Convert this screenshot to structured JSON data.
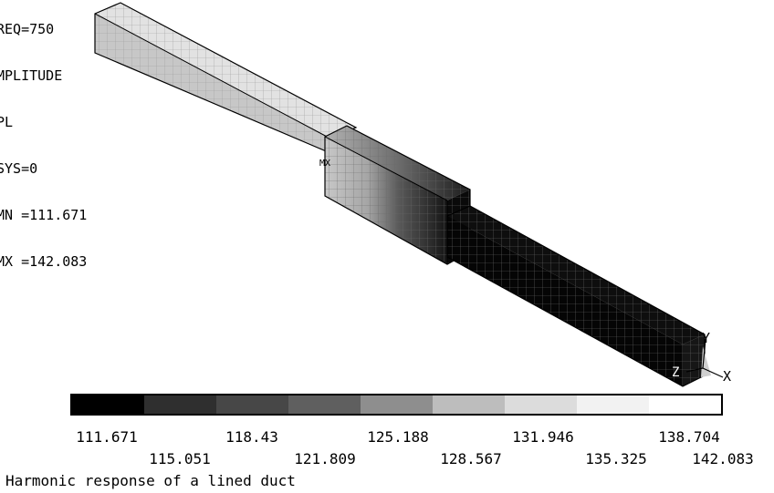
{
  "info_lines": [
    "REQ=750",
    "MPLITUDE",
    "PL",
    "SYS=0",
    "MN =111.671",
    "MX =142.083"
  ],
  "mx_marker": "MX",
  "axis_labels": {
    "y": "Y",
    "z": "Z",
    "x": "X"
  },
  "legend": {
    "colors": [
      "#000000",
      "#2f2f2f",
      "#474747",
      "#5f5f5f",
      "#8e8e8e",
      "#bdbdbd",
      "#dcdcdc",
      "#f2f2f2",
      "#ffffff"
    ],
    "upper_ticks": [
      "111.671",
      "118.43",
      "125.188",
      "131.946",
      "138.704"
    ],
    "lower_ticks": [
      "115.051",
      "121.809",
      "128.567",
      "135.325",
      "142.083"
    ]
  },
  "footer_title": "Harmonic response of a lined duct"
}
